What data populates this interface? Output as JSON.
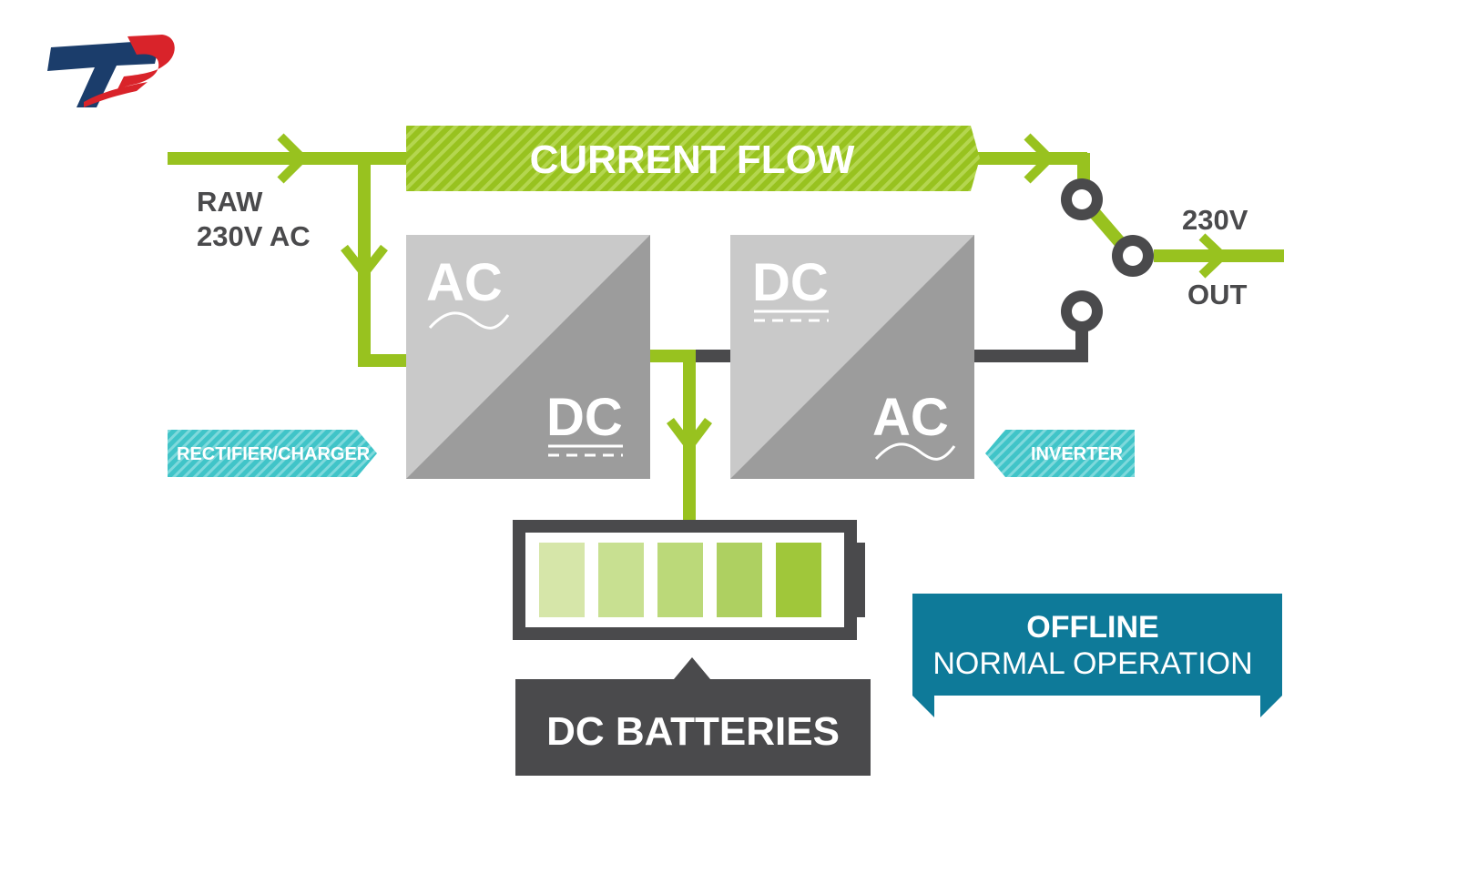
{
  "logo": {
    "text": "TP"
  },
  "banner": {
    "title": "CURRENT FLOW"
  },
  "input": {
    "line1": "RAW",
    "line2": "230V AC"
  },
  "output": {
    "voltage": "230V",
    "label": "OUT"
  },
  "rectifier": {
    "top": "AC",
    "bottom": "DC",
    "tag": "RECTIFIER/CHARGER"
  },
  "inverter": {
    "top": "DC",
    "bottom": "AC",
    "tag": "INVERTER"
  },
  "battery": {
    "label": "DC BATTERIES",
    "cells": 5
  },
  "mode": {
    "title": "OFFLINE",
    "subtitle": "NORMAL OPERATION"
  },
  "colors": {
    "green": "#98c21f",
    "gray_light": "#c9c9c9",
    "gray_dark": "#9c9c9c",
    "charcoal": "#4a4a4c",
    "teal": "#40c4c8",
    "blue": "#0e7a99",
    "logo_red": "#d9232a",
    "logo_navy": "#1b3d6b"
  }
}
